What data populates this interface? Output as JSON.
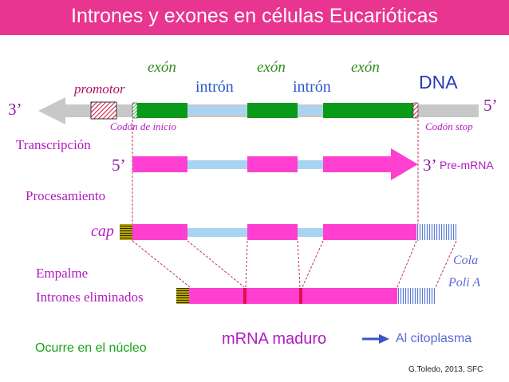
{
  "title": "Intrones y exones en células Eucarióticas",
  "labels": {
    "exon_1": "exón",
    "exon_2": "exón",
    "exon_3": "exón",
    "intron_1": "intrón",
    "intron_2": "intrón",
    "promotor": "promotor",
    "dna": "DNA",
    "dna_3prime": "3’",
    "dna_5prime": "5’",
    "start_codon": "Codón de inicio",
    "stop_codon": "Codón stop",
    "transcription": "Transcripción",
    "pre_5prime": "5’",
    "pre_3prime": "3’",
    "pre_mrna": "Pre-mRNA",
    "processing": "Procesamiento",
    "cap": "cap",
    "splicing": "Empalme",
    "introns_removed": "Intrones eliminados",
    "tail_line1": "Cola",
    "tail_line2": "Poli A",
    "nucleus": "Ocurre en el núcleo",
    "mature_mrna": "mRNA maduro",
    "to_cytoplasm": "Al citoplasma",
    "credit": "G.Toledo, 2013, SFC"
  },
  "colors": {
    "accent": "#e8358f",
    "exon_dna": "#0a9a1a",
    "intron": "#a8d4f2",
    "exon_rna": "#ff3fd0",
    "promotor_text": "#b01060",
    "exon_text": "#2e8b1a",
    "intron_text": "#2a57c8",
    "purple_text": "#b01cc0",
    "green_text": "#17a317",
    "blue_text": "#5a6ad8",
    "arrow_blue": "#3e52c8",
    "cap_fill": "#c7b400"
  }
}
